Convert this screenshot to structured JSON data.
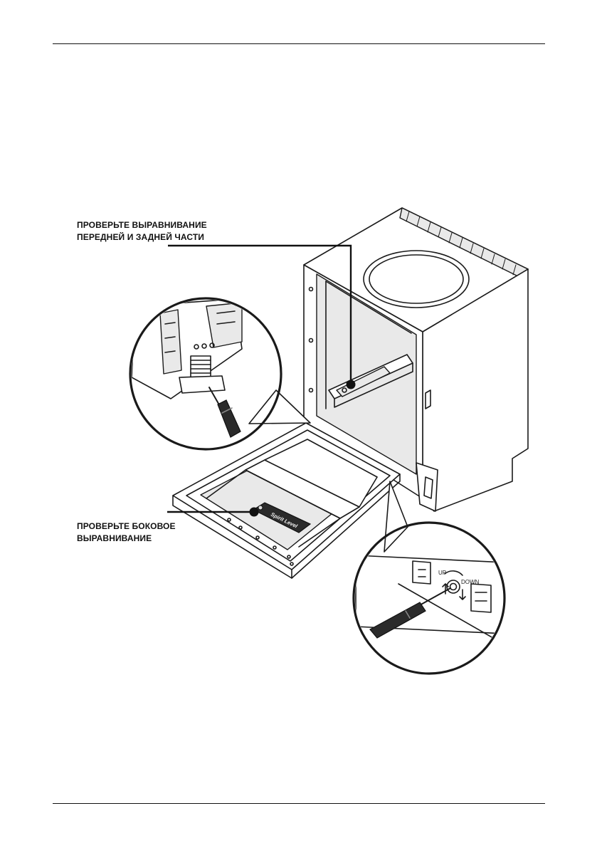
{
  "callouts": {
    "front_back": {
      "line1": "ПРОВЕРЬТЕ ВЫРАВНИВАНИЕ",
      "line2": "ПЕРЕДНЕЙ И ЗАДНЕЙ ЧАСТИ"
    },
    "side": {
      "line1": "ПРОВЕРЬТЕ БОКОВОЕ",
      "line2": "ВЫРАВНИВАНИЕ"
    }
  },
  "spirit_level_label": "Spirit Level",
  "adjuster": {
    "up_label": "UP",
    "down_label": "DOWN"
  },
  "colors": {
    "ink": "#1a1a1a",
    "paper": "#ffffff",
    "panel": "#e9e9e9"
  }
}
